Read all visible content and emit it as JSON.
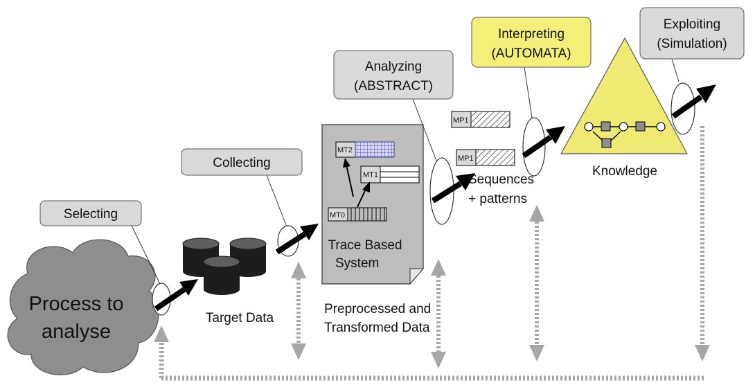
{
  "steps": {
    "selecting": "Selecting",
    "collecting": "Collecting",
    "analyzing_line1": "Analyzing",
    "analyzing_line2": "(ABSTRACT)",
    "interpreting_line1": "Interpreting",
    "interpreting_line2": "(AUTOMATA)",
    "exploiting_line1": "Exploiting",
    "exploiting_line2": "(Simulation)"
  },
  "nodes": {
    "process_line1": "Process to",
    "process_line2": "analyse",
    "target_data": "Target Data",
    "trace_line1": "Trace Based",
    "trace_line2": "System",
    "preprocessed_line1": "Preprocessed and",
    "preprocessed_line2": "Transformed Data",
    "sequences_line1": "Sequences",
    "sequences_line2": "+ patterns",
    "knowledge": "Knowledge"
  },
  "trace_models": {
    "mt0": "MT0",
    "mt1": "MT1",
    "mt2": "MT2"
  },
  "patterns": {
    "mp1_top": "MP1",
    "mp1_bottom": "MP1"
  },
  "colors": {
    "box_gray": "#d9d9d9",
    "interpreting_yellow": "#f3f07a",
    "knowledge_yellow": "#eeea73",
    "cloud_gray": "#8e8e8e",
    "trace_gray": "#bdbdbd",
    "feedback_dashed": "#a6a6a6",
    "arrow_black": "#000000",
    "mt2_grid_blue": "#3b3b9e"
  }
}
